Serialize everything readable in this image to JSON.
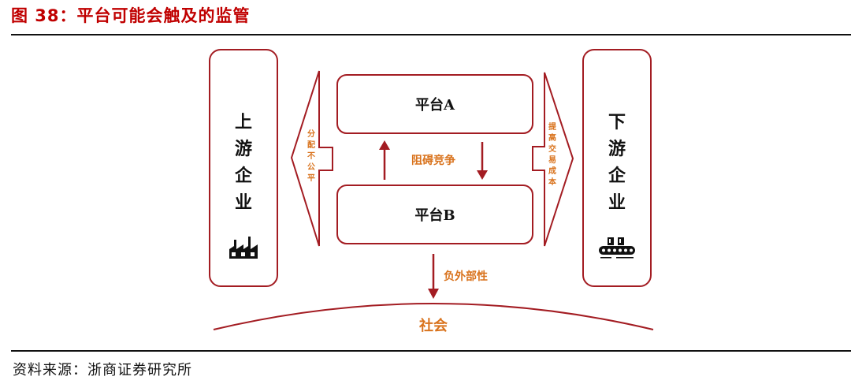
{
  "figure": {
    "title": "图 38：平台可能会触及的监管",
    "source": "资料来源：浙商证券研究所"
  },
  "diagram": {
    "upstream": {
      "chars": [
        "上",
        "游",
        "企",
        "业"
      ],
      "icon": "factory-icon"
    },
    "downstream": {
      "chars": [
        "下",
        "游",
        "企",
        "业"
      ],
      "icon": "conveyor-belt-icon"
    },
    "platform_a": "平台A",
    "platform_b": "平台B",
    "left_arrow": {
      "chars": [
        "分",
        "配",
        "不",
        "公",
        "平"
      ]
    },
    "right_arrow": {
      "chars": [
        "提",
        "高",
        "交",
        "易",
        "成",
        "本"
      ]
    },
    "competition_label": "阻碍竞争",
    "externality_label": "负外部性",
    "society_label": "社会",
    "colors": {
      "border": "#a31c22",
      "label_orange": "#d9731d",
      "title_red": "#c00000"
    }
  }
}
